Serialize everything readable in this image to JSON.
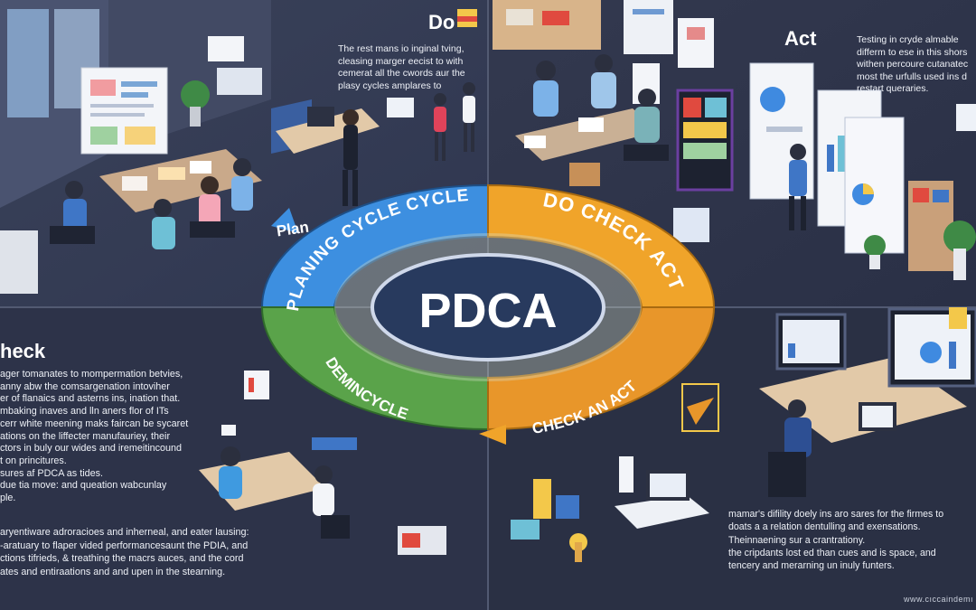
{
  "diagram": {
    "center_label": "PDCA",
    "ring_labels": {
      "plan": "PLANING CYCLE CYCLE",
      "do": "DO CHECK ACT",
      "check": "DEMINCYCLE",
      "act": "CHECK AN ACT"
    },
    "quadrants": {
      "do": {
        "title": "Do",
        "text": "The rest mans io inginal tving,\ncleasing marger eecist to with\ncemerat all the cwords aur the\nplasy cycles amplares to"
      },
      "act": {
        "title": "Act",
        "text": "Testing in cryde almable\ndifferm to ese in this shors\nwithen percoure cutanatec\nmost the urfulls used ins d\nrestart queraries."
      },
      "plan": {
        "title": "Plan"
      },
      "check": {
        "title": "heck",
        "text": "ager tomanates to mompermation betvies,\nanny abw the comsargenation intoviher\ner of flanaics and asterns ins, ination that.\nmbaking inaves and lln aners flor of ITs\ncerr white meening maks faircan be sycaret\nations on the liffecter manufauriey, their\nctors in buly our wides and iremeitincound\nt on princitures.\nsures af PDCA as tides.\ndue tia move: and queation wabcunlay\nple."
      },
      "check_extra": {
        "text": "aryentiware adroracioes and inherneal, and eater lausing:\n-aratuary to flaper vided performancesaunt the PDIA, and\nctions tifrieds, & treathing the macrs auces, and the cord\nates and entiraations and and upen in the stearning."
      },
      "bottom_right": {
        "text": "mamar's difility doely ins aro sares for the firmes to\ndoats a a relation dentulling and exensations.\nTheinnaening sur a crantrationy.\nthe cripdants lost ed than cues and is space, and\ntencery and merarning un inuly funters."
      }
    },
    "watermark": "www.cıccaindemı",
    "colors": {
      "background": "#2b3145",
      "plan_blue": "#3d8fe0",
      "do_orange": "#f0a42a",
      "check_green": "#5aa34a",
      "act_orange": "#e8962a",
      "center_navy": "#283a5e"
    }
  }
}
